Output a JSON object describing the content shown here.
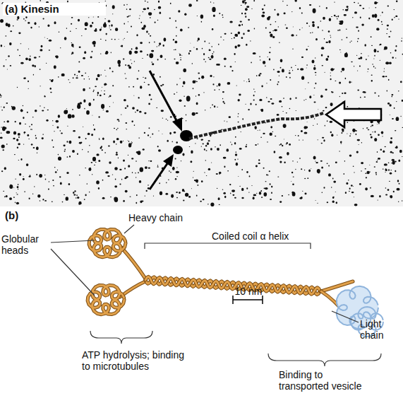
{
  "diagram": {
    "labels": [
      "(a) Kinesin",
      "(b)",
      "Heavy chain",
      "Globular heads",
      "Coiled coil α helix",
      "10 nm",
      "Light chain",
      "ATP hydrolysis; binding to microtubules",
      "Binding to transported vesicle"
    ]
  }
}
